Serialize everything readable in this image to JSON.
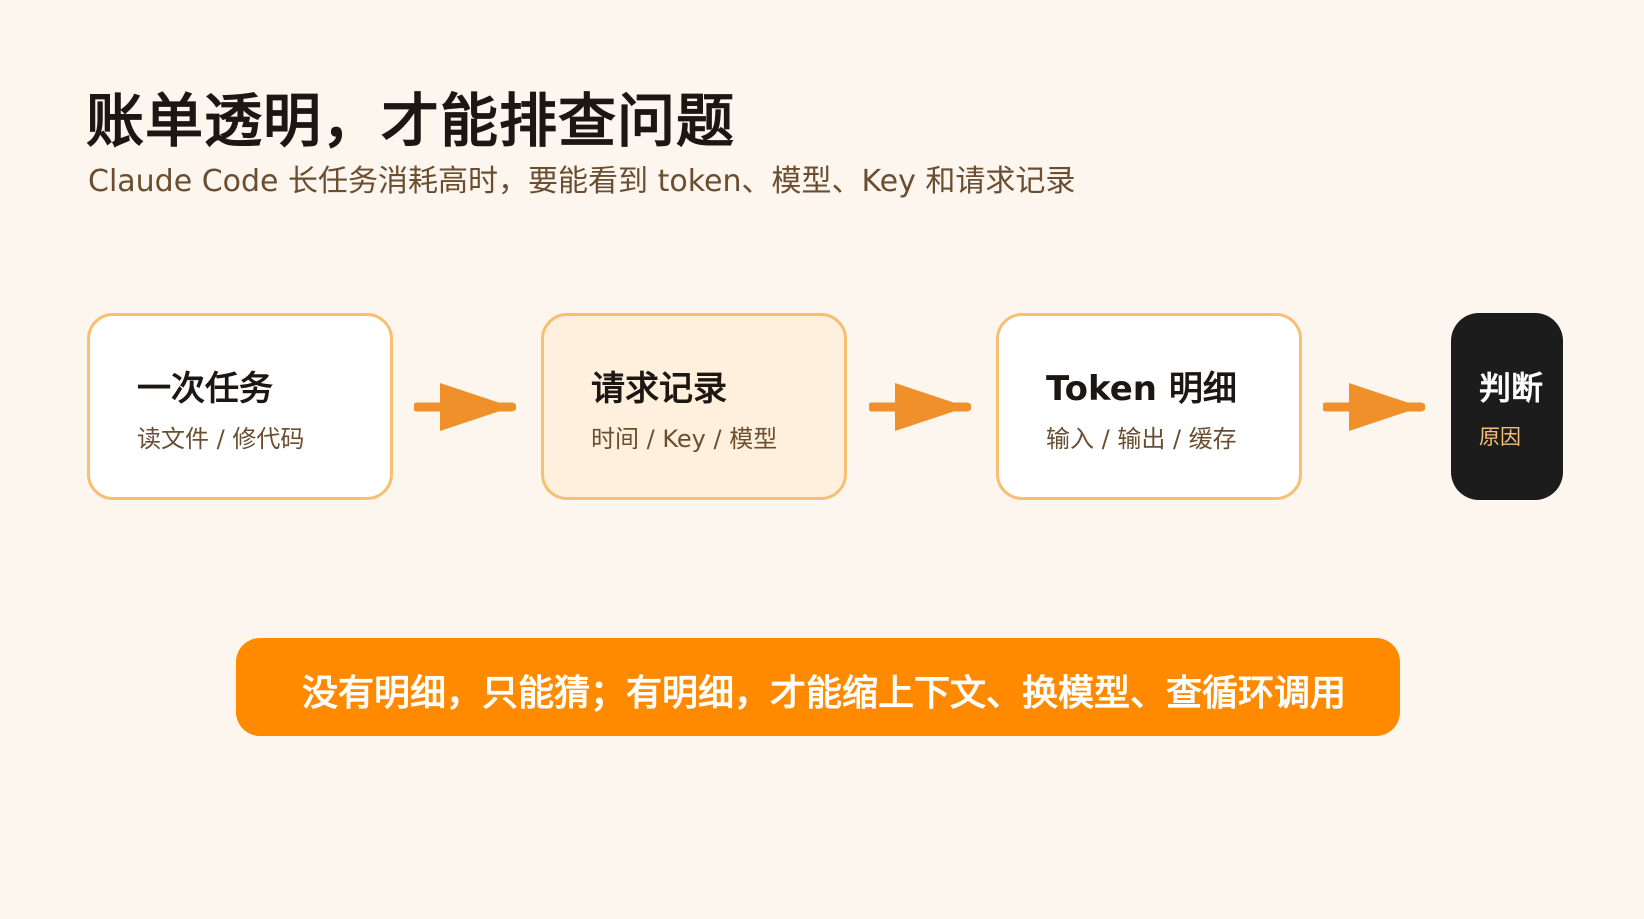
{
  "header": {
    "title": "账单透明，才能排查问题",
    "subtitle": "Claude Code 长任务消耗高时，要能看到 token、模型、Key 和请求记录"
  },
  "flow": {
    "steps": [
      {
        "title": "一次任务",
        "subtitle": "读文件 / 修代码"
      },
      {
        "title": "请求记录",
        "subtitle": "时间 / Key / 模型"
      },
      {
        "title": "Token 明细",
        "subtitle": "输入 / 输出 / 缓存"
      }
    ],
    "final": {
      "title": "判断",
      "subtitle": "原因"
    }
  },
  "banner": {
    "text": "没有明细，只能猜；有明细，才能缩上下文、换模型、查循环调用"
  },
  "colors": {
    "background": "#fdf6ef",
    "accent": "#ff8a00",
    "arrow": "#f0902a",
    "card_border": "#f6bf72",
    "card_highlight_bg": "#fff0dd",
    "final_bg": "#1c1c1c"
  }
}
